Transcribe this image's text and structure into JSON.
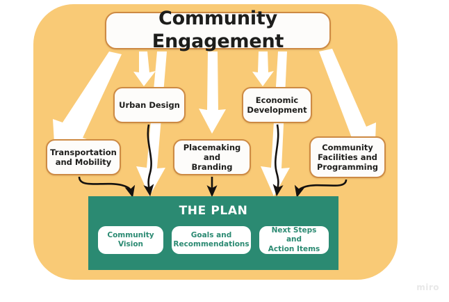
{
  "diagram": {
    "title_node": {
      "label": "Community Engagement"
    },
    "topic_nodes": [
      {
        "id": "urban-design",
        "label": "Urban Design"
      },
      {
        "id": "economic-development",
        "label": "Economic\nDevelopment"
      },
      {
        "id": "transportation-and-mobility",
        "label": "Transportation\nand Mobility"
      },
      {
        "id": "placemaking-and-branding",
        "label": "Placemaking and\nBranding"
      },
      {
        "id": "community-facilities-and-programming",
        "label": "Community\nFacilities and\nProgramming"
      }
    ],
    "plan_panel": {
      "title": "THE PLAN",
      "items": [
        {
          "id": "community-vision",
          "label": "Community\nVision"
        },
        {
          "id": "goals-and-recommendations",
          "label": "Goals and\nRecommendations"
        },
        {
          "id": "next-steps-and-action-items",
          "label": "Next Steps and\nAction Items"
        }
      ]
    },
    "watermark": "miro",
    "colors": {
      "backdrop_orange": "#f9ca76",
      "node_border": "#cd8a44",
      "node_fill": "#fdfcfa",
      "plan_green": "#2b8a72",
      "plan_text": "#ffffff",
      "subnode_text": "#2b8a72",
      "arrow_white": "#ffffff",
      "arrow_black": "#14110f",
      "page_background": "#ffffff"
    }
  }
}
